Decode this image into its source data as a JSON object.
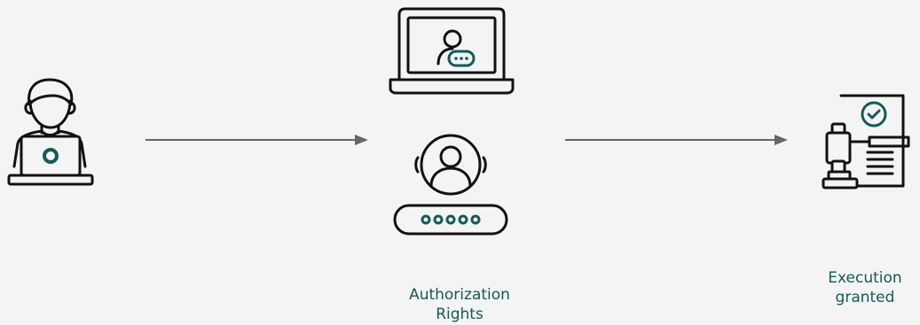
{
  "nodes": {
    "user": {
      "icon": "user-at-laptop-icon"
    },
    "authorization": {
      "icons": [
        "laptop-user-chat-icon",
        "user-password-icon"
      ],
      "caption_line1": "Authorization",
      "caption_line2": "Rights"
    },
    "execution": {
      "icon": "gavel-approved-document-icon",
      "caption_line1": "Execution",
      "caption_line2": "granted"
    }
  },
  "edges": [
    {
      "from": "user",
      "to": "authorization"
    },
    {
      "from": "authorization",
      "to": "execution"
    }
  ],
  "colors": {
    "background": "#f4f4f4",
    "icon_stroke": "#111111",
    "accent": "#155a56",
    "arrow": "#666666"
  }
}
